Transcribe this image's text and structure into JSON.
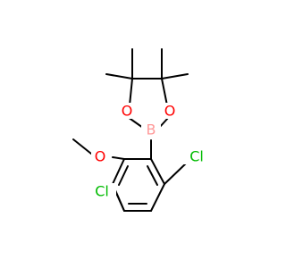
{
  "molecule": {
    "atoms": {
      "boron": "B",
      "oxygen_left": "O",
      "oxygen_right": "O",
      "oxygen_methoxy": "O",
      "chlorine_right": "Cl",
      "chlorine_left": "Cl"
    },
    "colors": {
      "bond": "#000000",
      "boron": "#FF9999",
      "oxygen": "#FF0000",
      "chlorine": "#00BB00"
    }
  }
}
